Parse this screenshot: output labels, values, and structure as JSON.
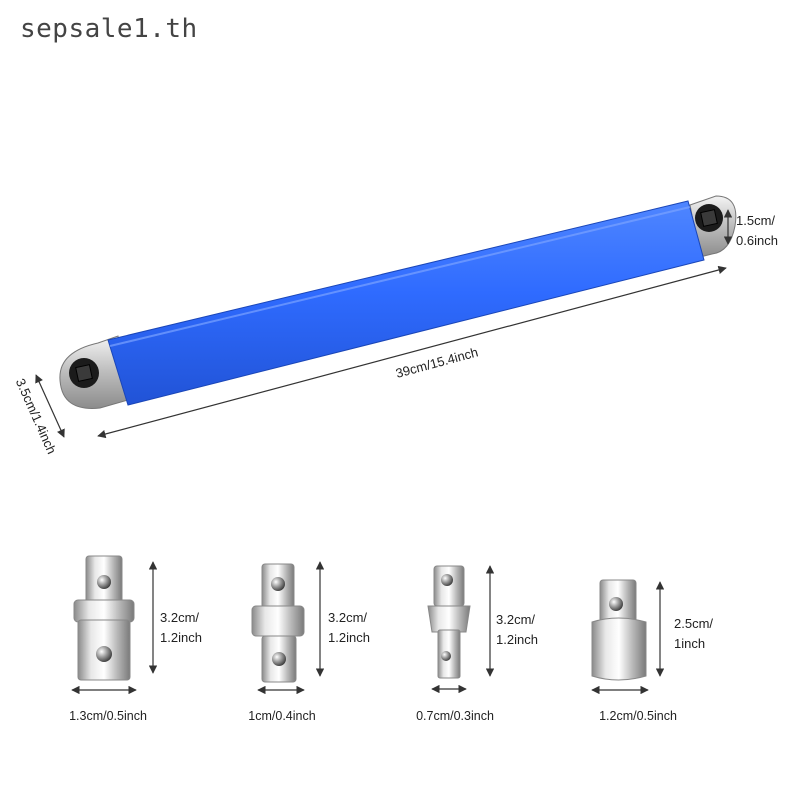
{
  "watermark": "sepsale1.th",
  "wrench": {
    "color": "#2f6bff",
    "length_label": "39cm/15.4inch",
    "width_label": "3.5cm/1.4inch",
    "end_label_line1": "1.5cm/",
    "end_label_line2": "0.6inch"
  },
  "adapters": [
    {
      "height_line1": "3.2cm/",
      "height_line2": "1.2inch",
      "width_label": "1.3cm/0.5inch"
    },
    {
      "height_line1": "3.2cm/",
      "height_line2": "1.2inch",
      "width_label": "1cm/0.4inch"
    },
    {
      "height_line1": "3.2cm/",
      "height_line2": "1.2inch",
      "width_label": "0.7cm/0.3inch"
    },
    {
      "height_line1": "2.5cm/",
      "height_line2": "1inch",
      "width_label": "1.2cm/0.5inch"
    }
  ]
}
